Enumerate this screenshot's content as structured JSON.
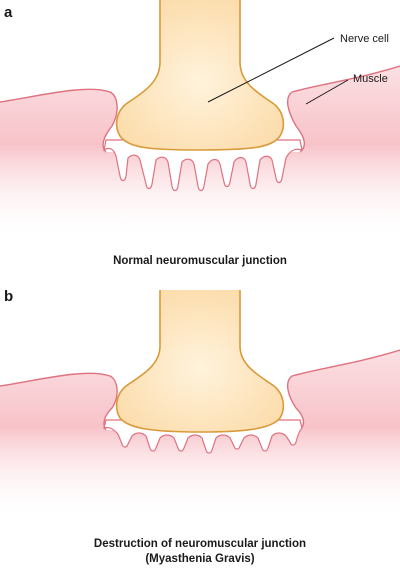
{
  "panels": [
    {
      "letter": "a",
      "labels": {
        "nerve": "Nerve cell",
        "muscle": "Muscle"
      },
      "caption": [
        "Normal neuromuscular junction"
      ]
    },
    {
      "letter": "b",
      "caption": [
        "Destruction of neuromuscular junction",
        "(Myasthenia Gravis)"
      ]
    }
  ],
  "colors": {
    "nerve_fill": "#fde1b4",
    "nerve_stroke": "#d99a3a",
    "muscle_fill": "#f8c6cc",
    "muscle_stroke": "#e0727f",
    "background": "#ffffff"
  }
}
